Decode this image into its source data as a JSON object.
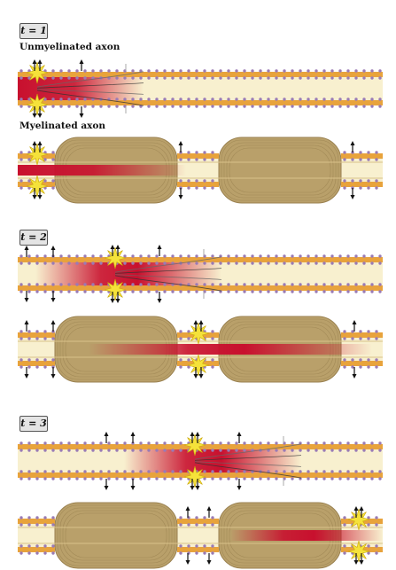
{
  "panels": [
    {
      "time_label": "t = 1",
      "unmyelinated_label": "Unmyelinated axon",
      "myelinated_label": "Myelinated axon"
    },
    {
      "time_label": "t = 2"
    },
    {
      "time_label": "t = 3"
    }
  ],
  "colors": {
    "axoplasm": "#f8f0cf",
    "membrane": "#e8a33c",
    "membrane_bead": "#9a7bb5",
    "myelin": "#b9a06a",
    "myelin_line": "#9a8150",
    "depolarization": "#c8102e",
    "spark": "#f5e23a",
    "arrow": "#111111"
  },
  "icons": [
    "action-potential-spark-icon",
    "ion-channel-arrow-icon"
  ]
}
